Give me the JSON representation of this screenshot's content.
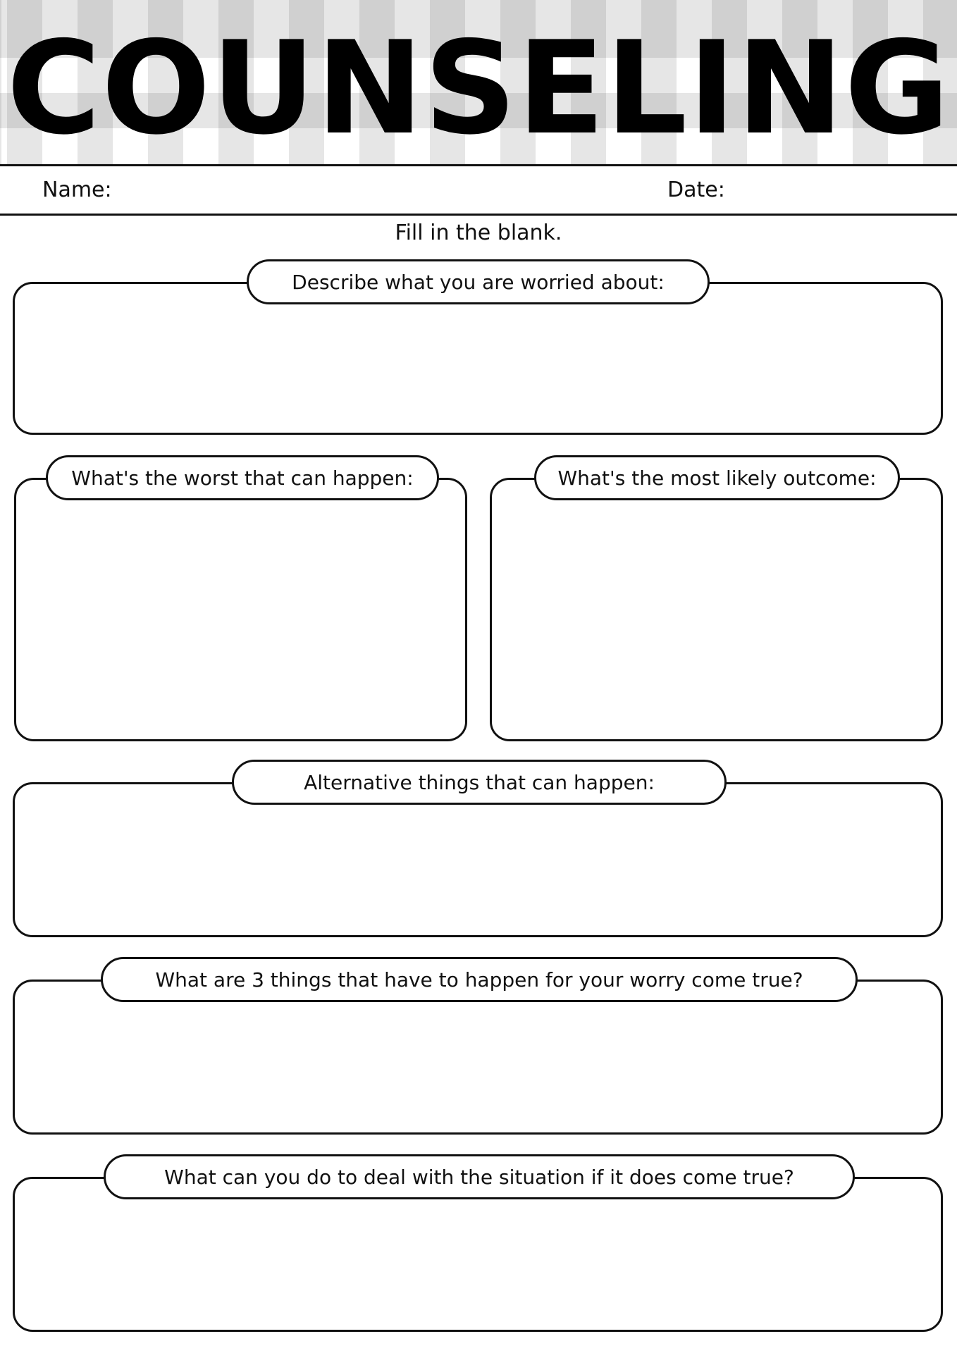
{
  "title": "COUNSELING",
  "header": {
    "name_label": "Name:",
    "date_label": "Date:"
  },
  "instruction": "Fill in the blank.",
  "sections": [
    {
      "id": "worry",
      "label": "Describe what you are worried about:"
    },
    {
      "id": "worst",
      "label": "What's the worst that can happen:"
    },
    {
      "id": "likely",
      "label": "What's the most likely outcome:"
    },
    {
      "id": "alternative",
      "label": "Alternative things that can happen:"
    },
    {
      "id": "three",
      "label": "What are 3 things that have to happen for your worry come true?"
    },
    {
      "id": "deal",
      "label": "What can you do to deal with the situation if it does come true?"
    }
  ],
  "colors": {
    "ink": "#111111",
    "paper": "#ffffff",
    "gingham_stripe": "#e4e4e4",
    "gingham_overlap": "#cbcbcb"
  }
}
